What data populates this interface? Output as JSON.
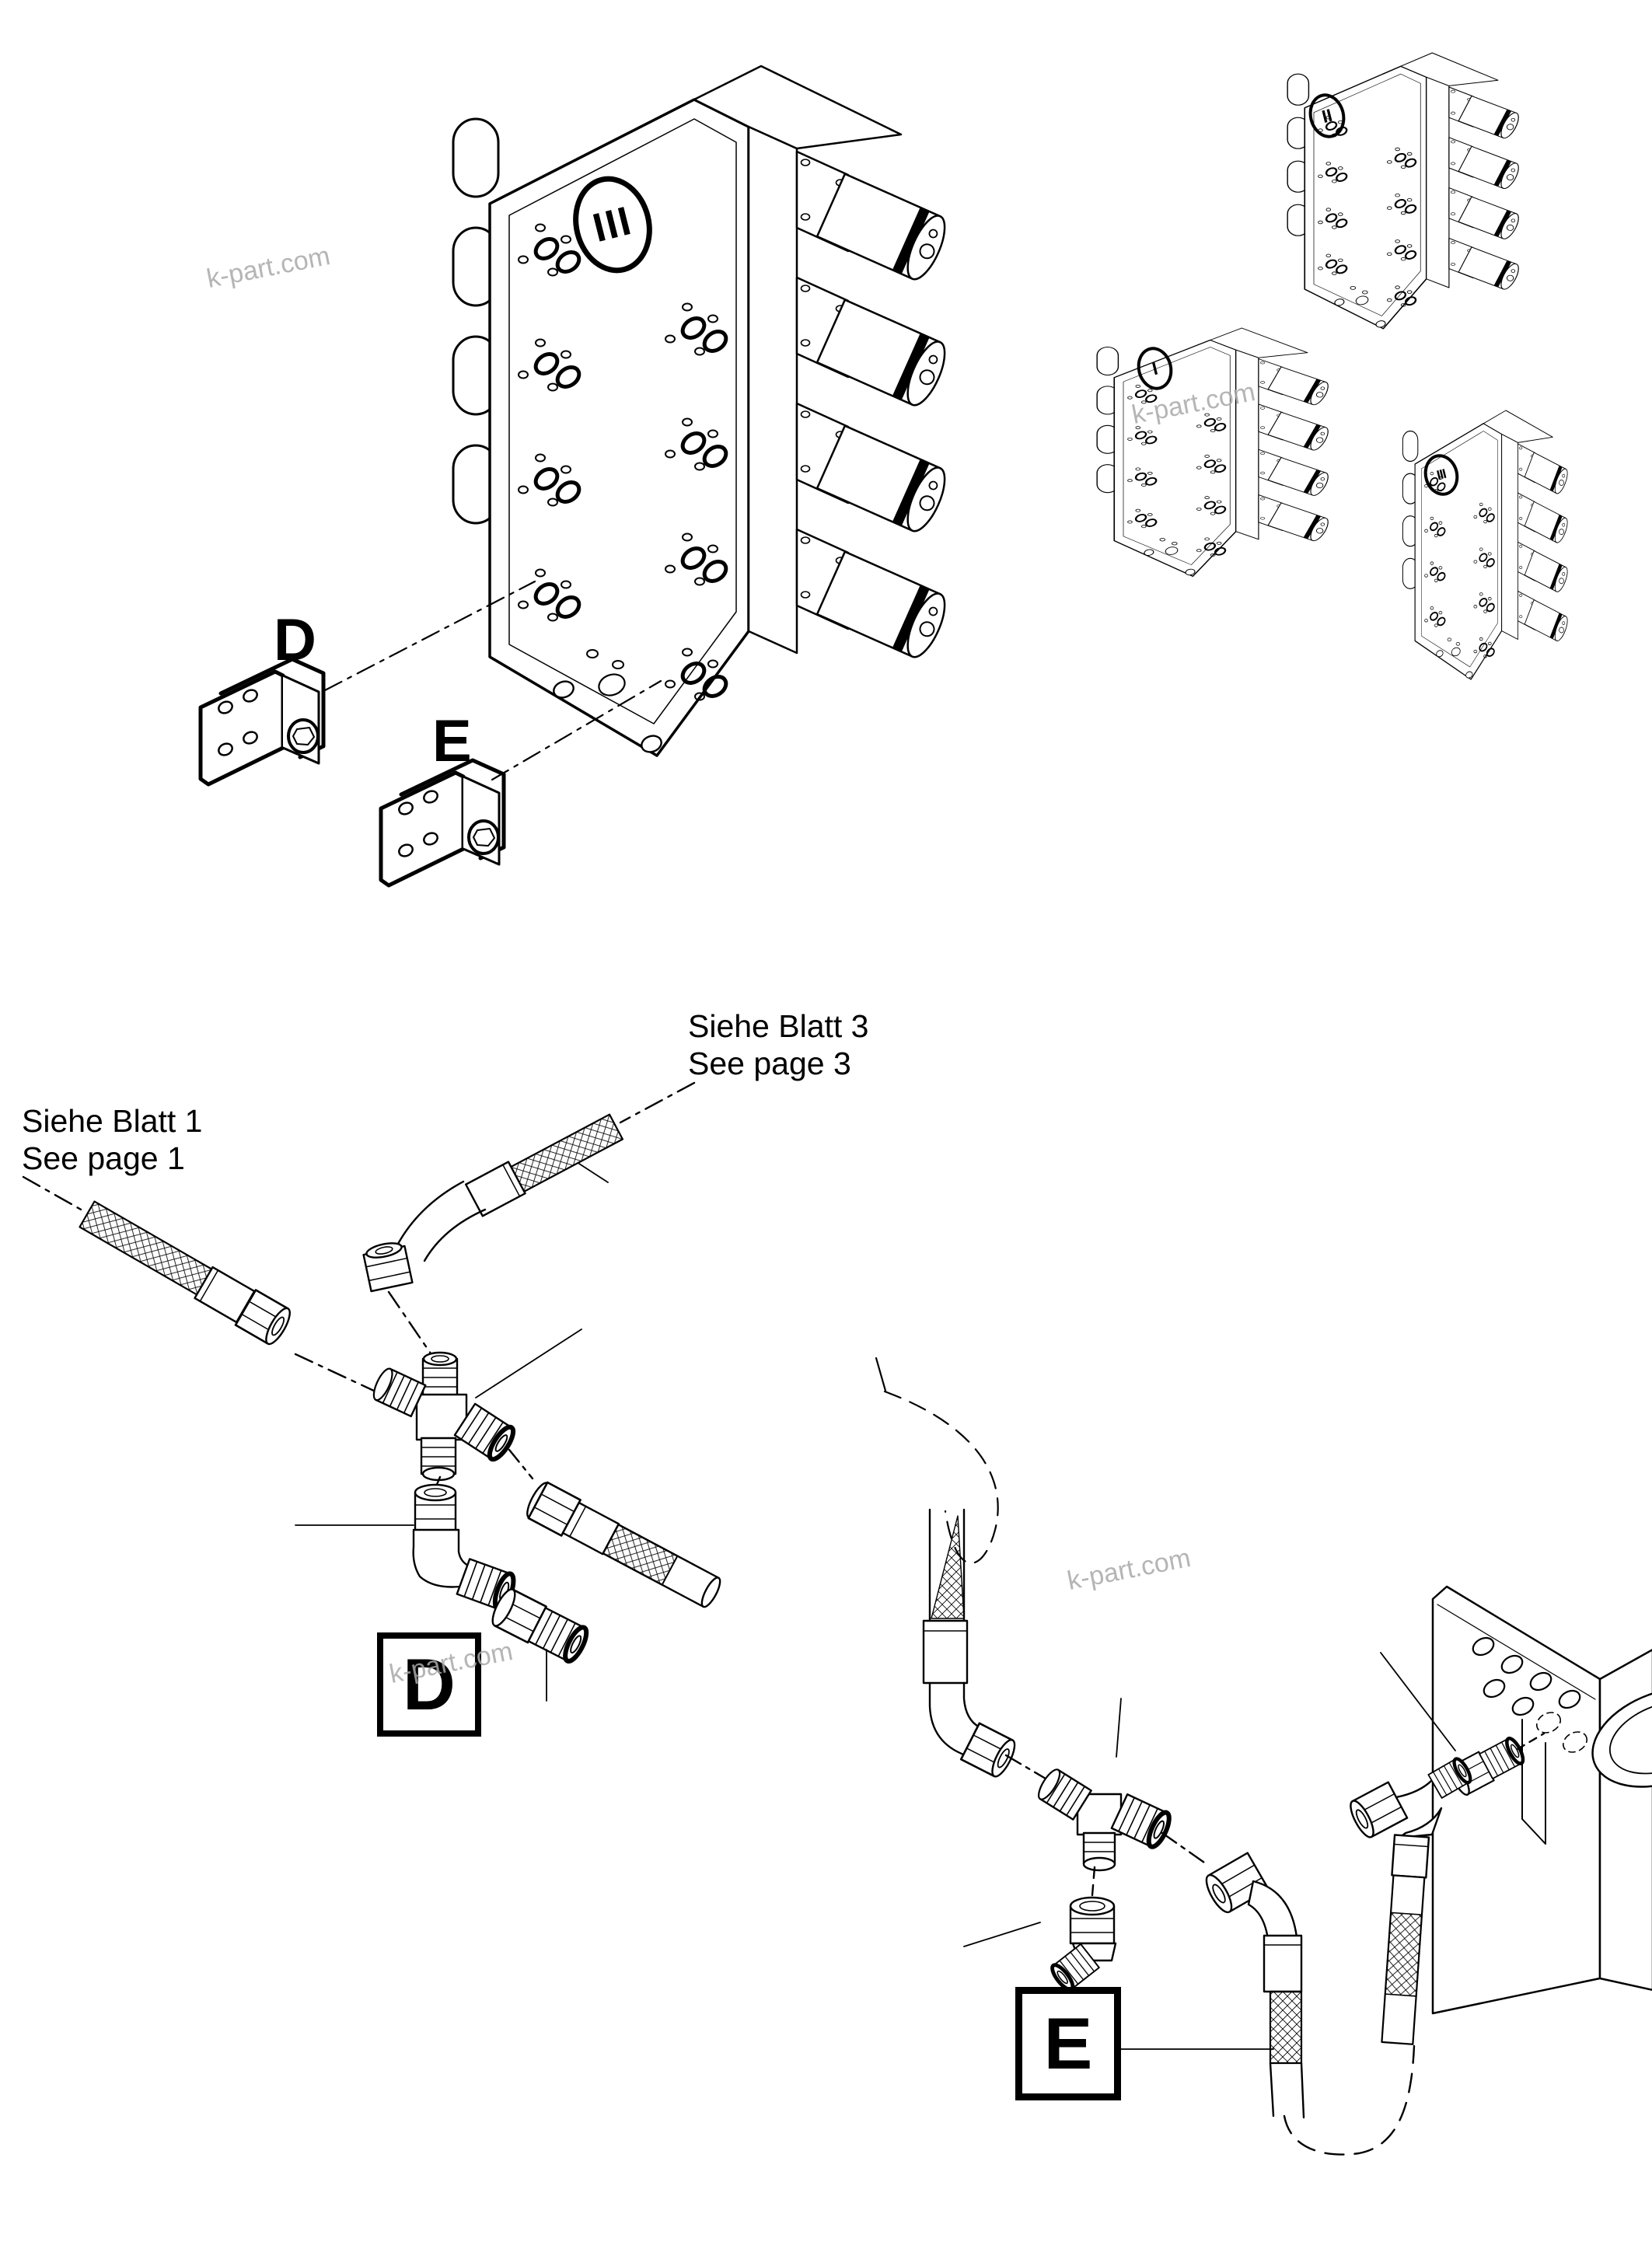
{
  "figure": {
    "type": "exploded-parts-diagram",
    "ink_color": "#000000",
    "background_color": "#ffffff",
    "watermark": {
      "text": "k-part.com",
      "color": "#a9a9a9"
    },
    "notes": {
      "page3_de": "Siehe Blatt 3",
      "page3_en": "See page 3",
      "page1_de": "Siehe Blatt 1",
      "page1_en": "See page 1"
    },
    "callouts": {
      "top_d": "D",
      "top_e": "E",
      "boxed_d": "D",
      "boxed_e": "E"
    },
    "markers": {
      "main_block": "III",
      "block_upper_right": "II",
      "block_mid_left": "I",
      "block_lower_right": "III"
    }
  }
}
